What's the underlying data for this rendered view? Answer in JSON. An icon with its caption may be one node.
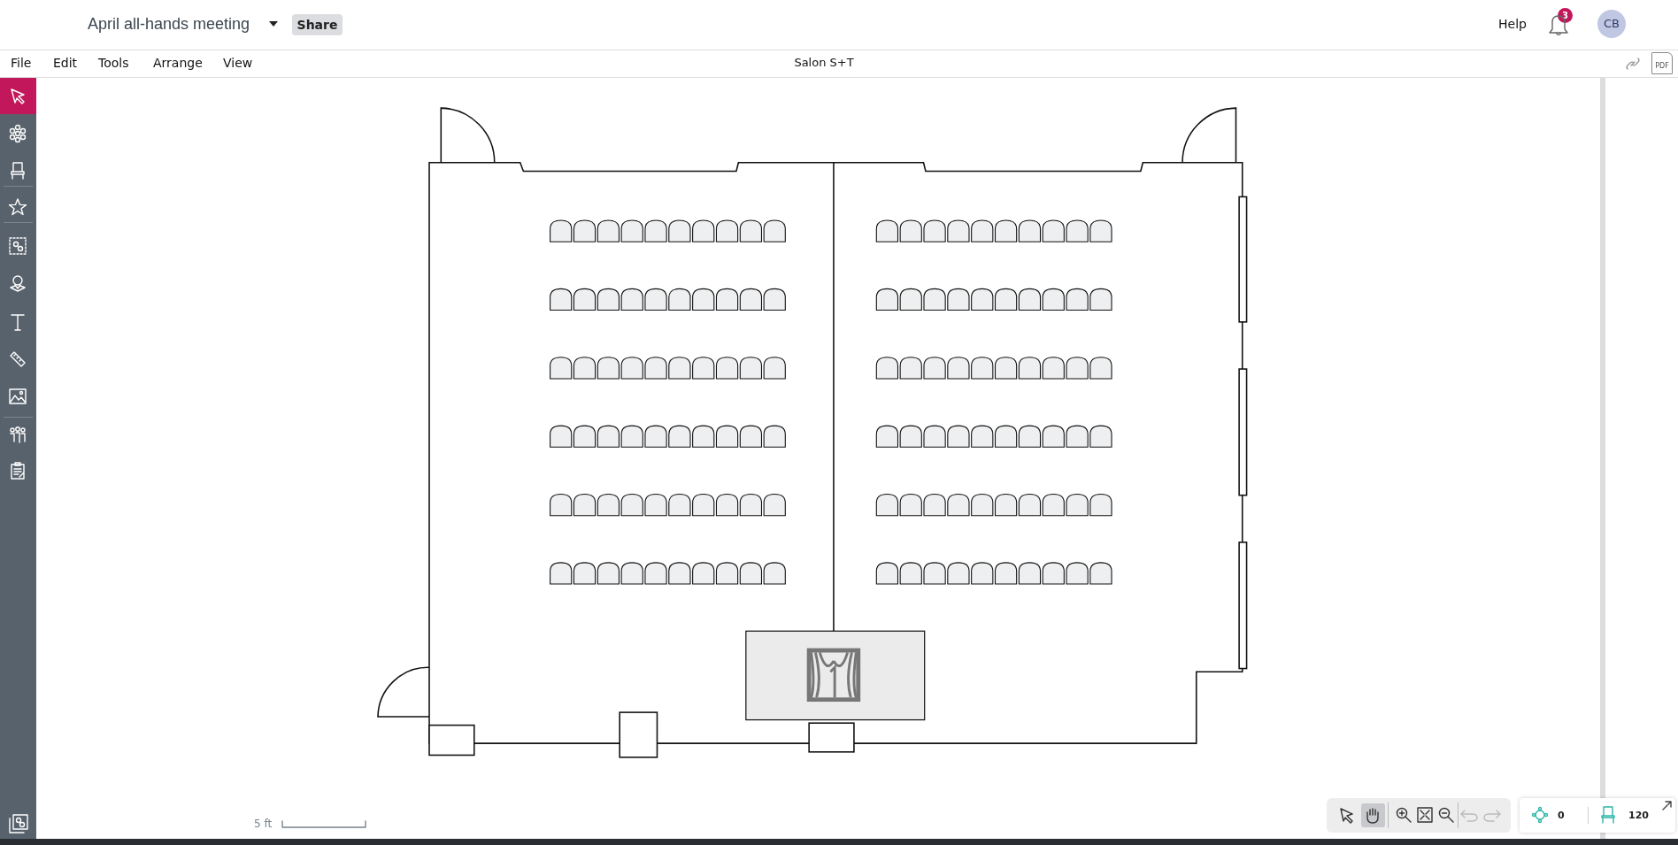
{
  "diagram": {
    "labels": [
      "April all-hands meeting",
      "Share",
      "Help",
      "3",
      "CB",
      "File",
      "Edit",
      "Tools",
      "Arrange",
      "View",
      "Salon S+T",
      "PDF",
      "5 ft",
      "0",
      "120"
    ]
  }
}
